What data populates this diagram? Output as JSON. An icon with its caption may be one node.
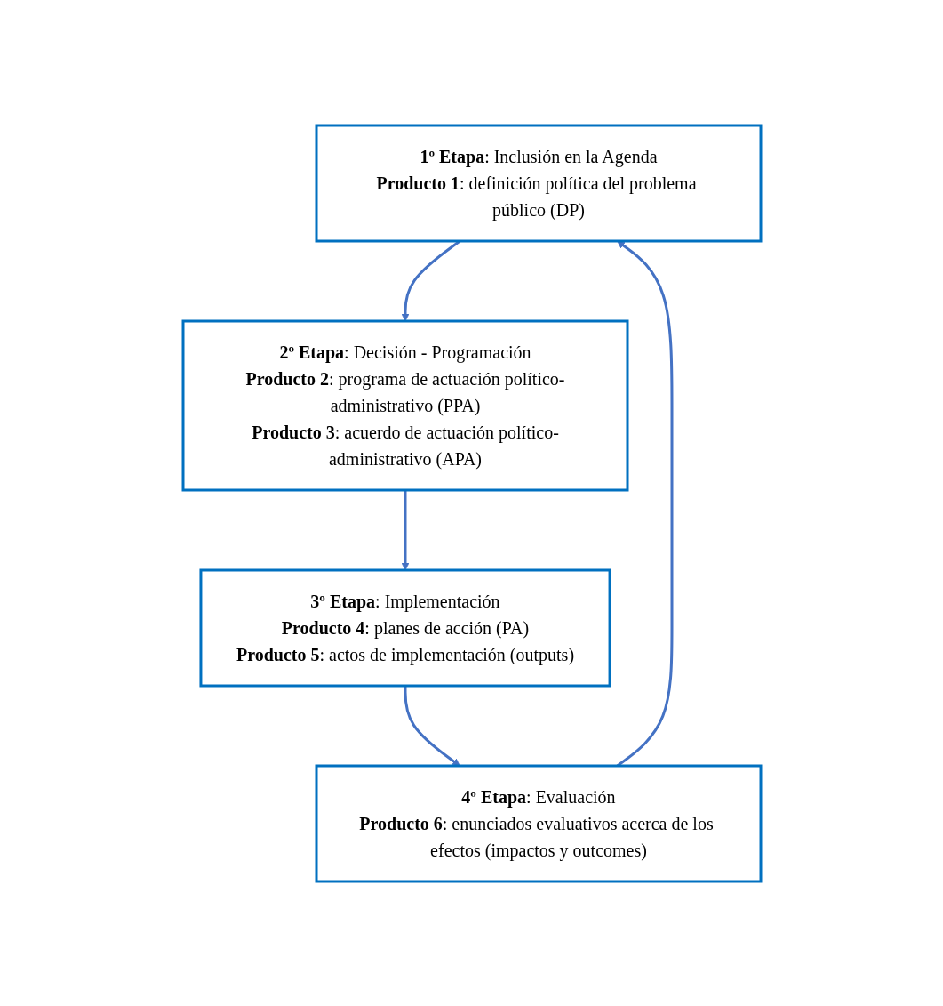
{
  "diagram": {
    "nodes": [
      {
        "text": [
          "**1º Etapa**: Inclusión en la Agenda",
          "**Producto 1**: definición política del problema público (DP)"
        ]
      },
      {
        "text": [
          "**2º Etapa**: Decisión - Programación",
          "**Producto 2**: programa de actuación político-administrativo (PPA)",
          "**Producto 3**: acuerdo de actuación político-administrativo (APA)"
        ]
      },
      {
        "text": [
          "**3º Etapa**: Implementación",
          "**Producto 4**: planes de acción (PA)",
          "**Producto 5**: actos de implementación (outputs)"
        ]
      },
      {
        "text": [
          "**4º Etapa**: Evaluación",
          "**Producto 6**: enunciados evaluativos acerca de los efectos (impactos y outcomes)"
        ]
      }
    ],
    "edges": [
      {
        "from": 0,
        "to": 1,
        "arrow": "to"
      },
      {
        "from": 1,
        "to": 2,
        "arrow": "to"
      },
      {
        "from": 2,
        "to": 3,
        "arrow": "to"
      },
      {
        "from": 3,
        "to": 0,
        "arrow": "to"
      }
    ]
  }
}
